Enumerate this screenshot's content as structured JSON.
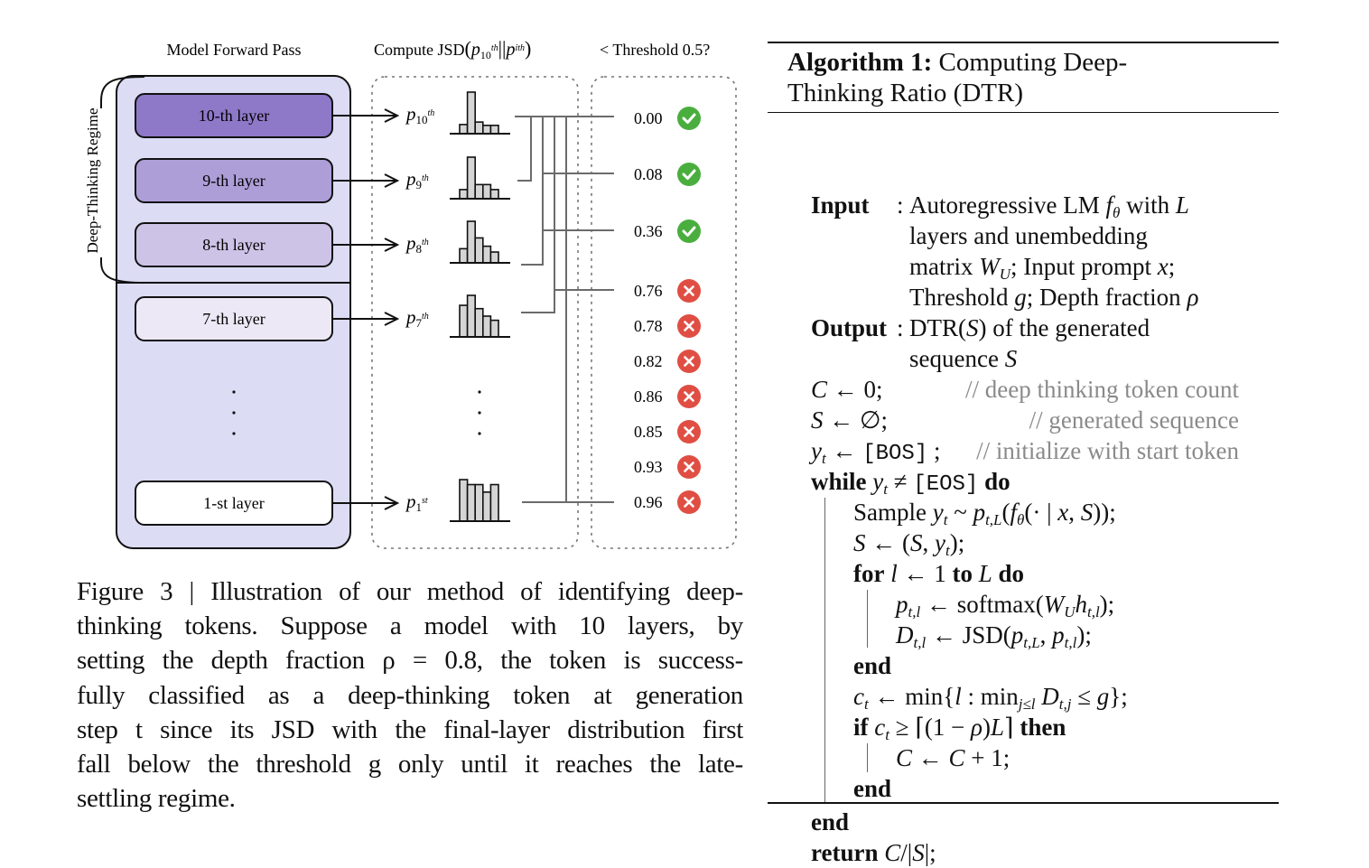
{
  "figure": {
    "headers": {
      "forward_pass": "Model Forward Pass",
      "compute_jsd_prefix": "Compute JSD",
      "compute_jsd_math": "(p₁₀ᵗʰ || pᵢᵗʰ)",
      "threshold": "< Threshold 0.5?"
    },
    "regime_label": "Deep-Thinking Regime",
    "ellipsis": "·",
    "layers": [
      {
        "label": "10-th layer",
        "dist_label": "p",
        "dist_sub": "10",
        "dist_sup": "th",
        "fill": "#8e78c8",
        "hist": [
          0.22,
          1.0,
          0.28,
          0.2,
          0.2
        ],
        "jsd": "0.00",
        "pass": true
      },
      {
        "label": "9-th layer",
        "dist_label": "p",
        "dist_sub": "9",
        "dist_sup": "th",
        "fill": "#ae9ed8",
        "hist": [
          0.22,
          1.0,
          0.34,
          0.34,
          0.22
        ],
        "jsd": "0.08",
        "pass": true
      },
      {
        "label": "8-th layer",
        "dist_label": "p",
        "dist_sub": "8",
        "dist_sup": "th",
        "fill": "#cdc3e6",
        "hist": [
          0.34,
          1.0,
          0.6,
          0.4,
          0.26
        ],
        "jsd": "0.36",
        "pass": true
      },
      {
        "label": "7-th layer",
        "dist_label": "p",
        "dist_sub": "7",
        "dist_sup": "th",
        "fill": "#ece8f6",
        "hist": [
          0.76,
          1.0,
          0.68,
          0.5,
          0.4
        ],
        "jsd": "0.76",
        "pass": false
      },
      {
        "label": "1-st layer",
        "dist_label": "p",
        "dist_sub": "1",
        "dist_sup": "st",
        "fill": "#ffffff",
        "hist": [
          1.0,
          0.88,
          0.88,
          0.7,
          0.88
        ],
        "jsd": "0.96",
        "pass": false
      }
    ],
    "hidden_jsd_values": [
      "0.78",
      "0.82",
      "0.86",
      "0.85",
      "0.93"
    ],
    "colors": {
      "outer_box": "#dcdcf5",
      "check": "#4aae3f",
      "cross": "#e04e43",
      "connector": "#6b6b6b",
      "hist_fill": "#d5d5d5"
    }
  },
  "caption": {
    "lines": [
      "Figure 3 | Illustration of our method of identifying deep-",
      "thinking tokens.  Suppose a model with 10 layers, by",
      "setting the depth fraction ρ = 0.8, the token is success-",
      "fully classified as a deep-thinking token at generation",
      "step t since its JSD with the final-layer distribution first",
      "fall below the threshold g only until it reaches the late-",
      "settling regime."
    ]
  },
  "algorithm": {
    "title_bold": "Algorithm  1:",
    "title_rest_1": " Computing  Deep-",
    "title_line2": "Thinking Ratio (DTR)",
    "input_label": "Input",
    "input_lines": [
      "Autoregressive LM f_θ with L",
      "layers and unembedding",
      "matrix W_U; Input prompt x;",
      "Threshold g; Depth fraction ρ"
    ],
    "output_label": "Output",
    "output_lines": [
      "DTR(S) of the generated",
      "sequence S"
    ],
    "colon": ":",
    "init": {
      "c_code": "C ← 0;",
      "c_comment": "// deep thinking token count",
      "s_code": "S ← ∅;",
      "s_comment": "// generated sequence",
      "y_code_var": "y",
      "y_code_rest": " ← ",
      "y_token": "[BOS]",
      "y_semicolon": " ;",
      "y_comment": "// initialize with start token"
    },
    "while": {
      "kw": "while",
      "cond_rest": " ≠ ",
      "token": "[EOS]",
      "do": "do"
    },
    "sample": "Sample",
    "sample_rest": "(· | x, S));",
    "assign_s": "S ← (S, y",
    "for": {
      "kw": "for",
      "var": "l",
      "arrow": " ← 1 ",
      "to": "to",
      "L": "L",
      "do": "do"
    },
    "softmax": " ← softmax(W",
    "softmax_tail": ");",
    "jsd": " ← JSD(p",
    "end": "end",
    "ct_line": " ← min{l : min",
    "ct_tail_var": "D",
    "ct_tail": " ≤ g};",
    "if": {
      "kw": "if",
      "cond": " ≥ ⌈(1 − ρ)L⌉ ",
      "then": "then"
    },
    "increment": "C ← C + 1;",
    "return": {
      "kw": "return",
      "expr": "C/|S|;"
    }
  }
}
